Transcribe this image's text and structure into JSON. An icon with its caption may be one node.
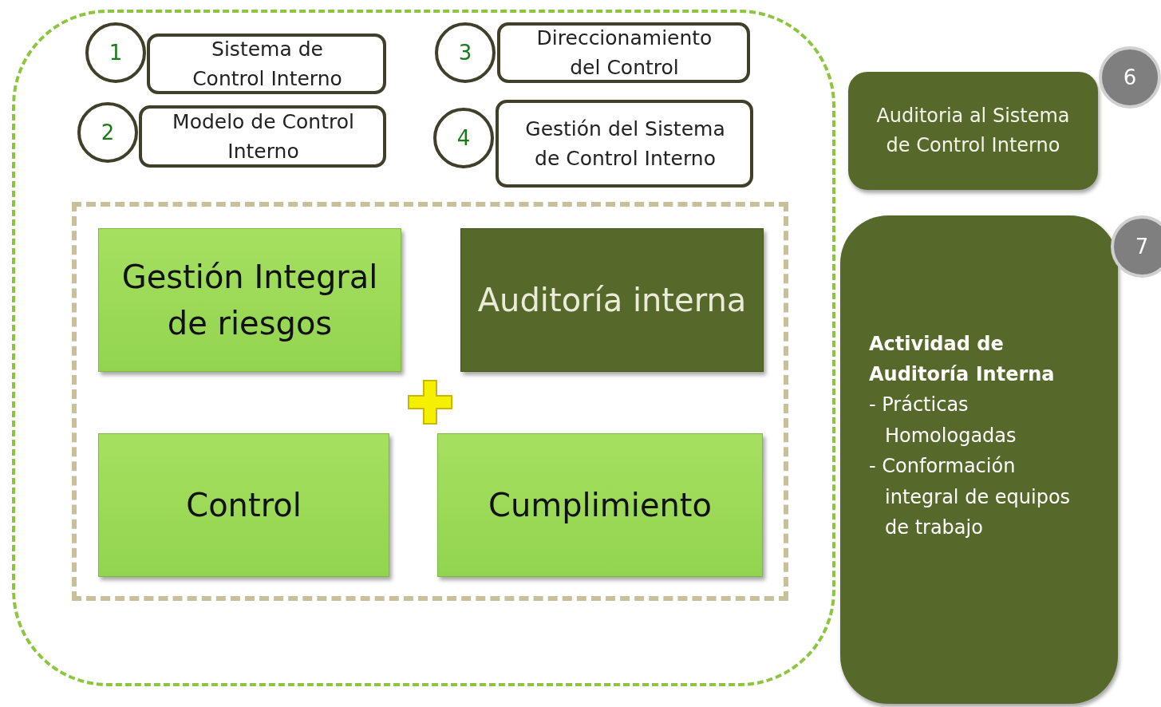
{
  "diagram": {
    "nodes": [
      {
        "text": [],
        "shape": "box"
      },
      {
        "text": [
          "1"
        ],
        "in": 0
      },
      {
        "text": [
          "Sistema de Control Interno"
        ],
        "in": 0
      },
      {
        "text": [
          "3"
        ],
        "in": 0
      },
      {
        "text": [
          "Direccionamiento del Control"
        ],
        "in": 0
      },
      {
        "text": [
          "2"
        ],
        "in": 0
      },
      {
        "text": [
          "Modelo de Control Interno"
        ],
        "in": 0
      },
      {
        "text": [
          "4"
        ],
        "in": 0
      },
      {
        "text": [
          "Gestión del Sistema de Control Interno"
        ],
        "in": 0
      },
      {
        "text": [],
        "shape": "box",
        "in": 0
      },
      {
        "text": [
          "Gestión Integral de riesgos"
        ],
        "in": 9
      },
      {
        "text": [
          "Auditoría interna"
        ],
        "in": 9
      },
      {
        "text": [
          "Control"
        ],
        "in": 9
      },
      {
        "text": [
          "Cumplimiento"
        ],
        "in": 9
      },
      {
        "text": [
          "6"
        ]
      },
      {
        "text": [
          "Auditoria al Sistema de Control Interno"
        ]
      },
      {
        "text": [
          "7"
        ]
      },
      {
        "text": [
          "Actividad de Auditoría Interna",
          "- Prácticas Homologadas",
          "- Conformación integral de equipos de trabajo"
        ]
      }
    ],
    "edges": []
  }
}
